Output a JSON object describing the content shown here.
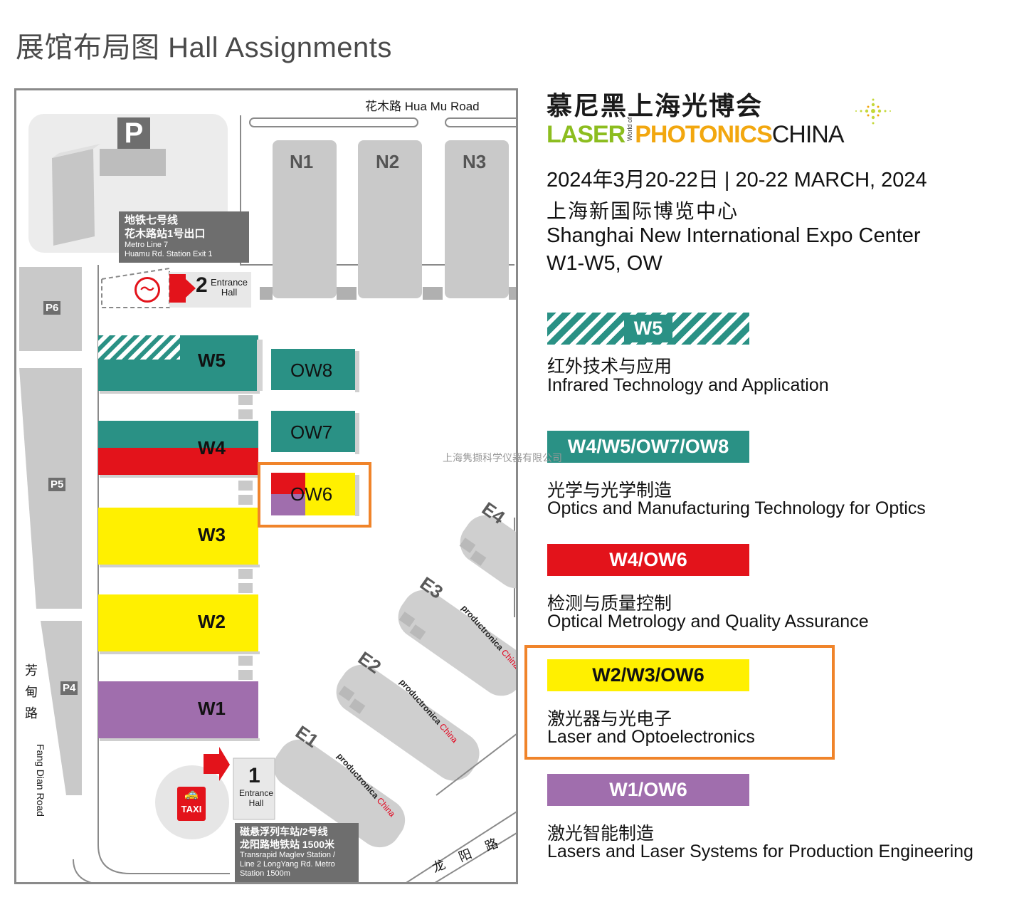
{
  "page_title": "展馆布局图  Hall Assignments",
  "map": {
    "road_top": "花木路  Hua Mu Road",
    "road_left_cn": [
      "芳",
      "甸",
      "路"
    ],
    "road_left_en": "Fang Dian Road",
    "road_bottom": [
      "龙",
      "阳",
      "路"
    ],
    "parking_main": "P",
    "parking": [
      "P6",
      "P5",
      "P4"
    ],
    "north_halls": [
      "N1",
      "N2",
      "N3"
    ],
    "west_halls": [
      "W5",
      "W4",
      "W3",
      "W2",
      "W1"
    ],
    "outdoor_halls": [
      "OW8",
      "OW7",
      "OW6"
    ],
    "east_halls": [
      "E1",
      "E2",
      "E3",
      "E4"
    ],
    "productronica": "productronica",
    "productronica_china": "China",
    "metro_sign": {
      "line1": "地铁七号线",
      "line2": "花木路站1号出口",
      "line3": "Metro Line 7",
      "line4": "Huamu Rd. Station Exit 1"
    },
    "entrance2": {
      "num": "2",
      "text1": "Entrance",
      "text2": "Hall"
    },
    "entrance1": {
      "num": "1",
      "text1": "Entrance",
      "text2": "Hall"
    },
    "taxi": "TAXI",
    "maglev_sign": {
      "line1": "磁悬浮列车站/2号线",
      "line2": "龙阳路地铁站 1500米",
      "line3": "Transrapid Maglev Station /",
      "line4": "Line 2 LongYang Rd. Metro",
      "line5": "Station 1500m"
    },
    "watermark": "上海隽撷科学仪器有限公司"
  },
  "brand": {
    "cn": "慕尼黑上海光博会",
    "laser": "LASER",
    "world_of": "World of",
    "photonics": "PHOTONICS",
    "china": "CHINA"
  },
  "event": {
    "date": "2024年3月20-22日 | 20-22 MARCH, 2024",
    "venue_cn": "上海新国际博览中心",
    "venue_en": "Shanghai New International Expo Center",
    "halls": "W1-W5, OW"
  },
  "legend": [
    {
      "tag": "W5",
      "cn": "红外技术与应用",
      "en": "Infrared Technology and Application",
      "color": "#2a9185"
    },
    {
      "tag": "W4/W5/OW7/OW8",
      "cn": "光学与光学制造",
      "en": "Optics and Manufacturing Technology for Optics",
      "color": "#2a9185"
    },
    {
      "tag": "W4/OW6",
      "cn": "检测与质量控制",
      "en": "Optical Metrology and Quality Assurance",
      "color": "#e3131b"
    },
    {
      "tag": "W2/W3/OW6",
      "cn": "激光器与光电子",
      "en": "Laser and Optoelectronics",
      "color": "#fff000"
    },
    {
      "tag": "W1/OW6",
      "cn": "激光智能制造",
      "en": "Lasers and Laser Systems for Production Engineering",
      "color": "#a06ead"
    }
  ],
  "colors": {
    "teal": "#2a9185",
    "red": "#e3131b",
    "yellow": "#fff000",
    "purple": "#a06ead",
    "highlight": "#f0842a",
    "grey_building": "#c9c9c9"
  }
}
